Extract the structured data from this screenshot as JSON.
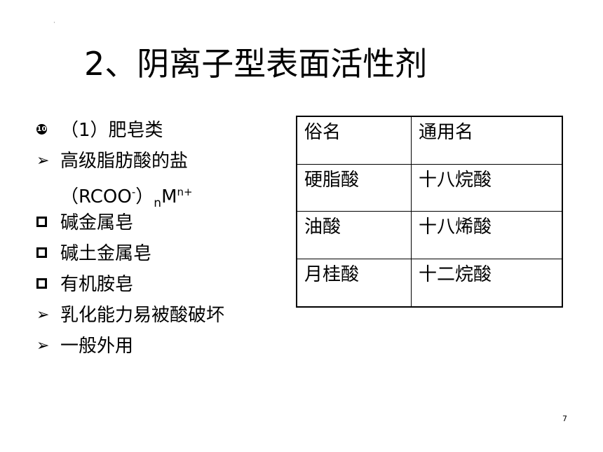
{
  "title": "2、阴离子型表面活性剂",
  "small_mark": "·",
  "bullets": [
    {
      "marker": "number-circle-icon",
      "marker_text": "10",
      "text": "（1）肥皂类"
    },
    {
      "marker": "arrow-icon",
      "marker_text": "➢",
      "text": "高级脂肪酸的盐"
    },
    {
      "marker": "square-icon",
      "marker_text": "",
      "text": "碱金属皂"
    },
    {
      "marker": "square-icon",
      "marker_text": "",
      "text": "碱土金属皂"
    },
    {
      "marker": "square-icon",
      "marker_text": "",
      "text": "有机胺皂"
    },
    {
      "marker": "arrow-icon",
      "marker_text": "➢",
      "text": "乳化能力易被酸破坏"
    },
    {
      "marker": "arrow-icon",
      "marker_text": "➢",
      "text": "一般外用"
    }
  ],
  "formula": {
    "open": "（RCOO",
    "sup1": "-",
    "close": "）",
    "sub": "n",
    "metal": "M",
    "sup2": "n+"
  },
  "table": {
    "rows": [
      [
        "俗名",
        "通用名"
      ],
      [
        "硬脂酸",
        "十八烷酸"
      ],
      [
        "油酸",
        "十八烯酸"
      ],
      [
        "月桂酸",
        "十二烷酸"
      ]
    ]
  },
  "page_number": "7"
}
